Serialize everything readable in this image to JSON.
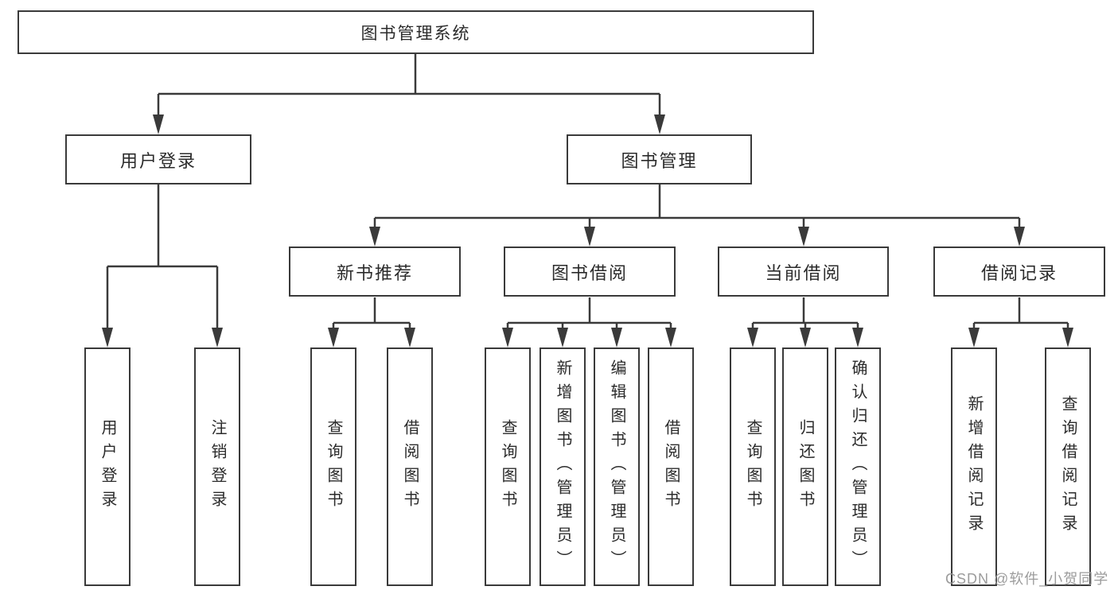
{
  "diagram": {
    "root": "图书管理系统",
    "level2": [
      "用户登录",
      "图书管理"
    ],
    "level3": [
      "新书推荐",
      "图书借阅",
      "当前借阅",
      "借阅记录"
    ],
    "groups": [
      {
        "parent": "用户登录",
        "children": [
          "用户登录",
          "注销登录"
        ]
      },
      {
        "parent": "新书推荐",
        "children": [
          "查询图书",
          "借阅图书"
        ]
      },
      {
        "parent": "图书借阅",
        "children": [
          "查询图书",
          "新增图书（管理员）",
          "编辑图书（管理员）",
          "借阅图书"
        ]
      },
      {
        "parent": "当前借阅",
        "children": [
          "查询图书",
          "归还图书",
          "确认归还（管理员）"
        ]
      },
      {
        "parent": "借阅记录",
        "children": [
          "新增借阅记录",
          "查询借阅记录"
        ]
      }
    ],
    "colors": {
      "line": "#3a3a3a",
      "text": "#2b2b2b",
      "background": "#ffffff"
    }
  },
  "watermark": {
    "text": "CSDN @软件_小贺同学",
    "color": "#9c9c9c"
  }
}
